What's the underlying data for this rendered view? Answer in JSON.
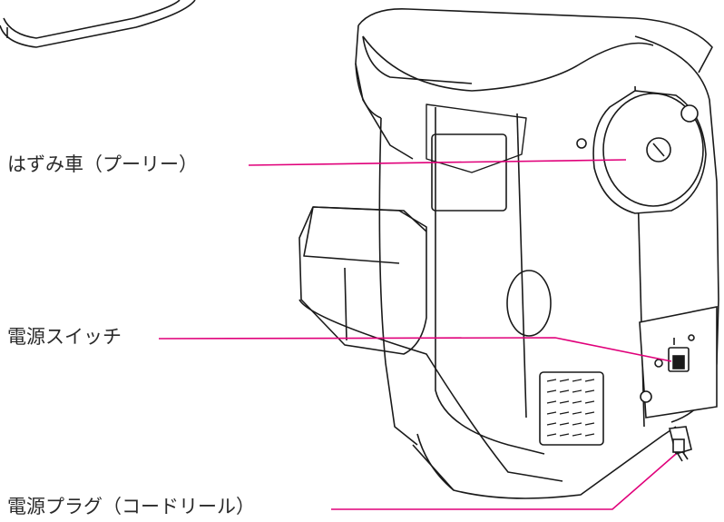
{
  "labels": {
    "pulley": "はずみ車（プーリー）",
    "power_switch": "電源スイッチ",
    "power_plug": "電源プラグ（コードリール）"
  },
  "colors": {
    "leader_line": "#e0007a",
    "outline": "#1a1a1a",
    "background": "#ffffff"
  }
}
